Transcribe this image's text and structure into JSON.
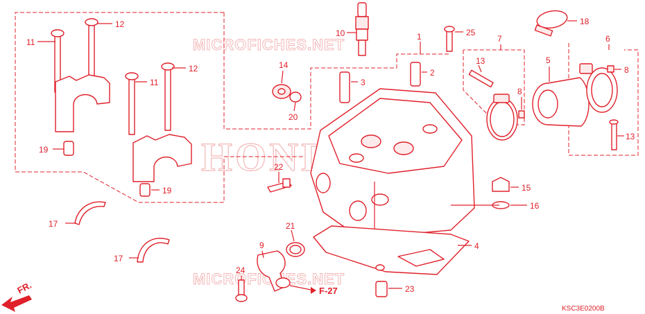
{
  "watermarks": {
    "top": "MICROFICHES.NET",
    "center": "HONDA",
    "bottom": "MICROFICHES.NET"
  },
  "callouts": {
    "c1": "1",
    "c2": "2",
    "c3": "3",
    "c4": "4",
    "c5": "5",
    "c6": "6",
    "c7": "7",
    "c8a": "8",
    "c8b": "8",
    "c9": "9",
    "c10": "10",
    "c11a": "11",
    "c11b": "11",
    "c12a": "12",
    "c12b": "12",
    "c13a": "13",
    "c13b": "13",
    "c14": "14",
    "c15": "15",
    "c16": "16",
    "c17a": "17",
    "c17b": "17",
    "c18": "18",
    "c19a": "19",
    "c19b": "19",
    "c20": "20",
    "c21": "21",
    "c22": "22",
    "c23": "23",
    "c24": "24",
    "c25": "25"
  },
  "reference": "F-27",
  "direction": "FR.",
  "diagram_code": "KSC3E0200B",
  "colors": {
    "line": "#e0202a",
    "watermark": "#f3b7b7",
    "background": "#ffffff"
  }
}
